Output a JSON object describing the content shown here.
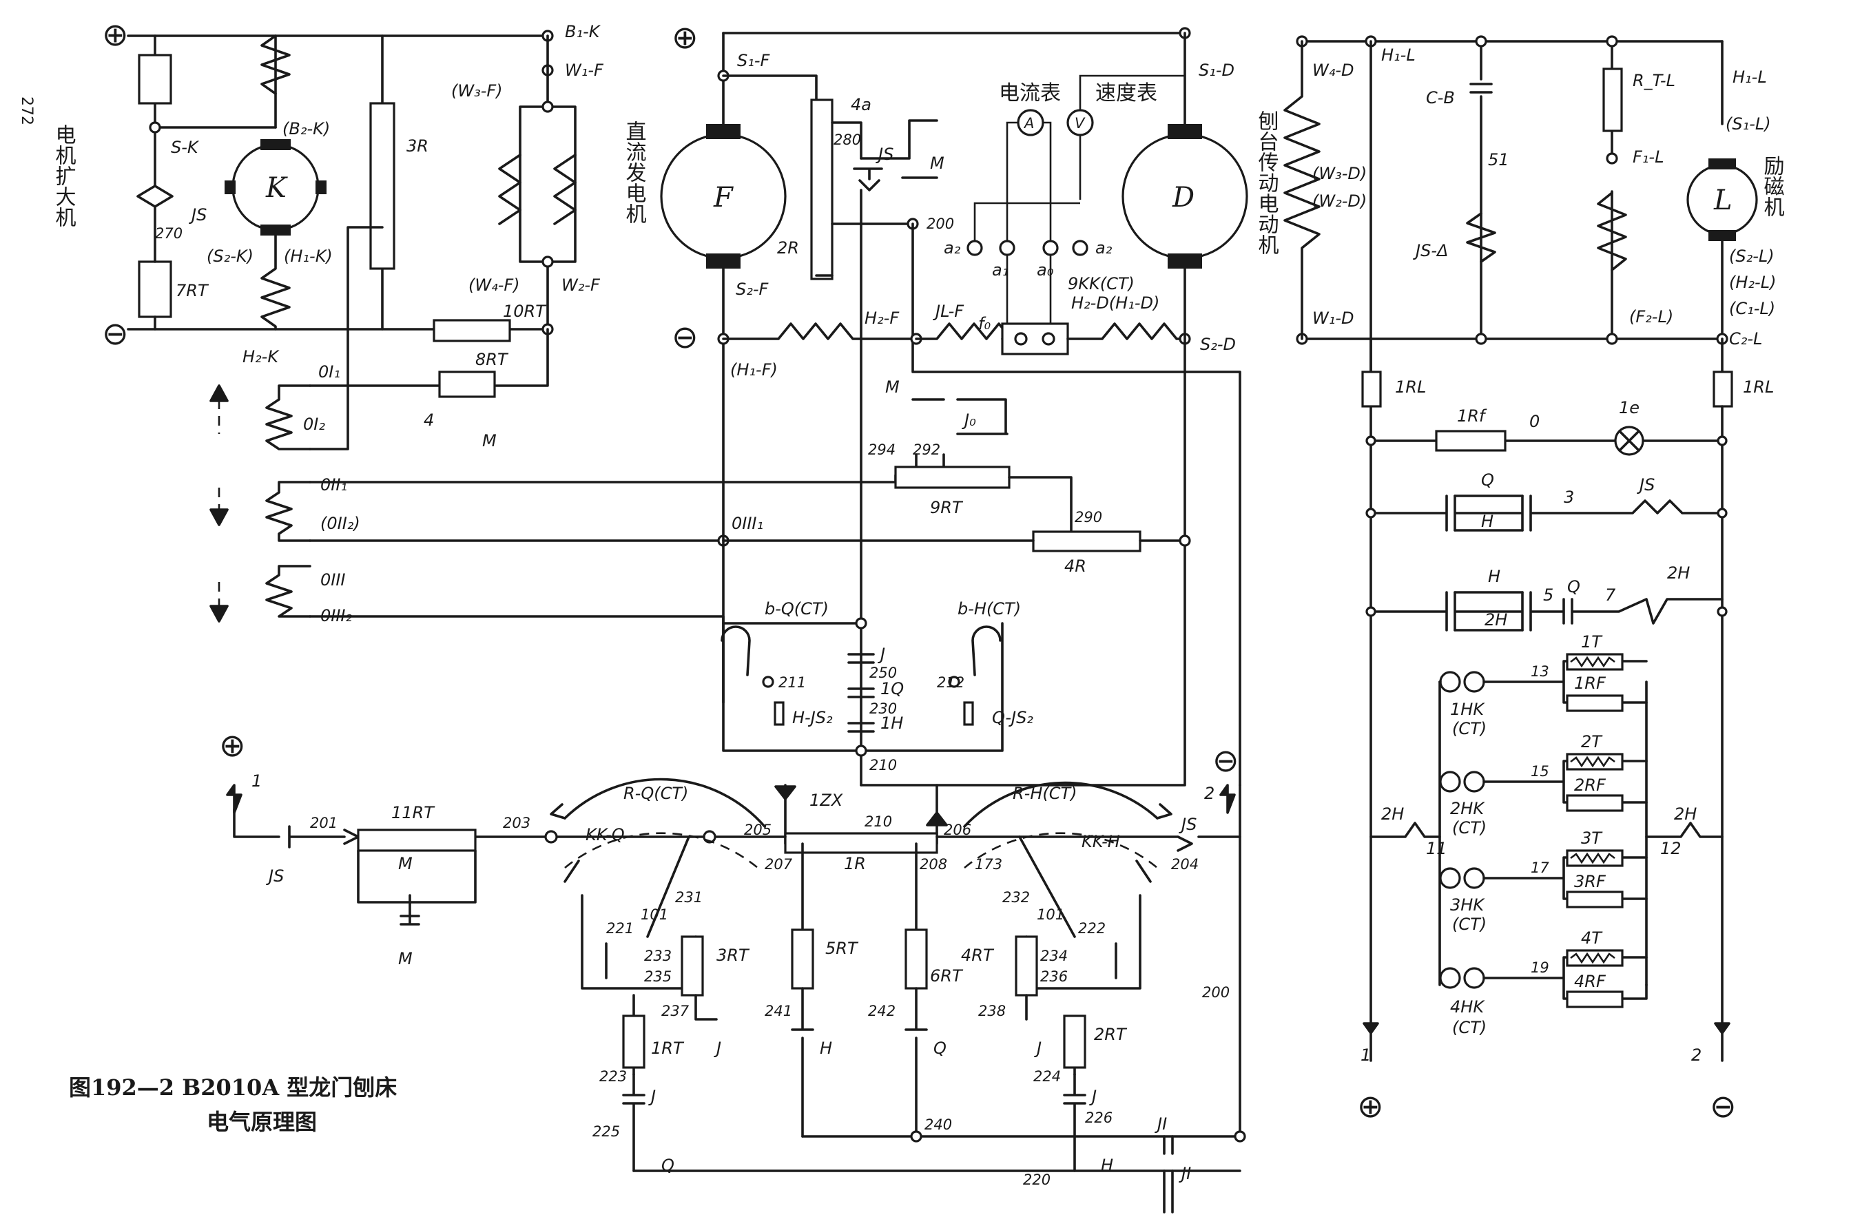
{
  "page_number": "272",
  "caption": {
    "line1": "图192—2 B2010A 型龙门刨床",
    "line2": "电气原理图"
  },
  "sections": {
    "amplidyne": "电机扩大机",
    "generator": "直流发电机",
    "motor": "刨台传动电动机",
    "ammeter_label": "电流表",
    "speedometer_label": "速度表",
    "exciter": "励磁机"
  },
  "symbols": {
    "plus": "⊕",
    "minus": "⊖"
  },
  "machines": {
    "K": "K",
    "F": "F",
    "D": "D",
    "L": "L",
    "A": "A",
    "V": "V"
  },
  "labels": {
    "S_K": "S-K",
    "B2_K": "(B₂-K)",
    "B1_K": "B₁-K",
    "W1_F": "W₁-F",
    "W3_F": "(W₃-F)",
    "R3": "3R",
    "JS": "JS",
    "n270": "270",
    "RT7": "7RT",
    "S2_K": "(S₂-K)",
    "H1_K": "(H₁-K)",
    "W4_F": "(W₄-F)",
    "W2_F": "W₂-F",
    "RT10": "10RT",
    "H2_K": "H₂-K",
    "OI1": "0I₁",
    "OI2": "0I₂",
    "RT8": "8RT",
    "n4": "4",
    "M": "M",
    "OII1": "0II₁",
    "OII2": "(0II₂)",
    "OIII": "0III",
    "OIII2": "0III₂",
    "OIII1": "0III₁",
    "S1_F": "S₁-F",
    "S2_F": "S₂-F",
    "R2": "2R",
    "n4a": "4a",
    "n280": "280",
    "n200": "200",
    "H1_F": "(H₁-F)",
    "H2_F": "H₂-F",
    "JL_F": "JL-F",
    "f0": "f₀",
    "a2": "a₂",
    "a1": "a₁",
    "a0": "a₀",
    "a2r": "a₂",
    "KK9": "9KK(CT)",
    "S1_D": "S₁-D",
    "H2_D": "H₂-D(H₁-D)",
    "S2_D": "S₂-D",
    "J0": "J₀",
    "n294": "294",
    "n292": "292",
    "RT9": "9RT",
    "n290": "290",
    "R4": "4R",
    "bQ": "b-Q(CT)",
    "bH": "b-H(CT)",
    "J": "J",
    "n250": "250",
    "Q1": "1Q",
    "n230": "230",
    "H1": "1H",
    "n211": "211",
    "n212": "212",
    "HJS2": "H-JS₂",
    "QJS2": "Q-JS₂",
    "n210": "210",
    "ZX1": "1ZX",
    "RQ": "R-Q(CT)",
    "RH": "R-H(CT)",
    "KKQ": "KK-Q",
    "KKH": "KK-H",
    "n201": "201",
    "RT11": "11RT",
    "n203": "203",
    "n205": "205",
    "n206": "206",
    "n204": "204",
    "n207": "207",
    "R1": "1R",
    "n208": "208",
    "n173": "173",
    "n1": "1",
    "n2": "2",
    "n221": "221",
    "n231": "231",
    "n101": "101",
    "n232": "232",
    "n222": "222",
    "n233": "233",
    "n235": "235",
    "RT3": "3RT",
    "n234": "234",
    "n236": "236",
    "RT4": "4RT",
    "RT5": "5RT",
    "RT6": "6RT",
    "n237": "237",
    "n238": "238",
    "RT1": "1RT",
    "RT2": "2RT",
    "n241": "241",
    "n242": "242",
    "H": "H",
    "Q": "Q",
    "n223": "223",
    "n224": "224",
    "n225": "225",
    "n226": "226",
    "n240": "240",
    "n220": "220",
    "JI": "JI",
    "W4_D": "W₄-D",
    "W3_D": "(W₃-D)",
    "W2_D": "(W₂-D)",
    "W1_D": "W₁-D",
    "H1_L": "H₁-L",
    "C_B": "C-B",
    "n51": "51",
    "JS_delta": "JS-Δ",
    "RT_L": "R_T-L",
    "F1_L": "F₁-L",
    "F2_L": "(F₂-L)",
    "H1_L2": "H₁-L",
    "S1_L": "(S₁-L)",
    "S2_L": "(S₂-L)",
    "H2_L": "(H₂-L)",
    "C1_L": "(C₁-L)",
    "C2_L": "C₂-L",
    "RL1": "1RL",
    "Rf1": "1Rf",
    "n0": "0",
    "e1": "1e",
    "n3": "3",
    "n5": "5",
    "n7": "7",
    "H2": "2H",
    "T1": "1T",
    "RF1": "1RF",
    "T2": "2T",
    "RF2": "2RF",
    "T3": "3T",
    "RF3": "3RF",
    "T4": "4T",
    "RF4": "4RF",
    "HK1": "1HK",
    "HK2": "2HK",
    "HK3": "3HK",
    "HK4": "4HK",
    "CT": "(CT)",
    "n13": "13",
    "n15": "15",
    "n17": "17",
    "n19": "19",
    "n11": "11",
    "n12": "12"
  }
}
